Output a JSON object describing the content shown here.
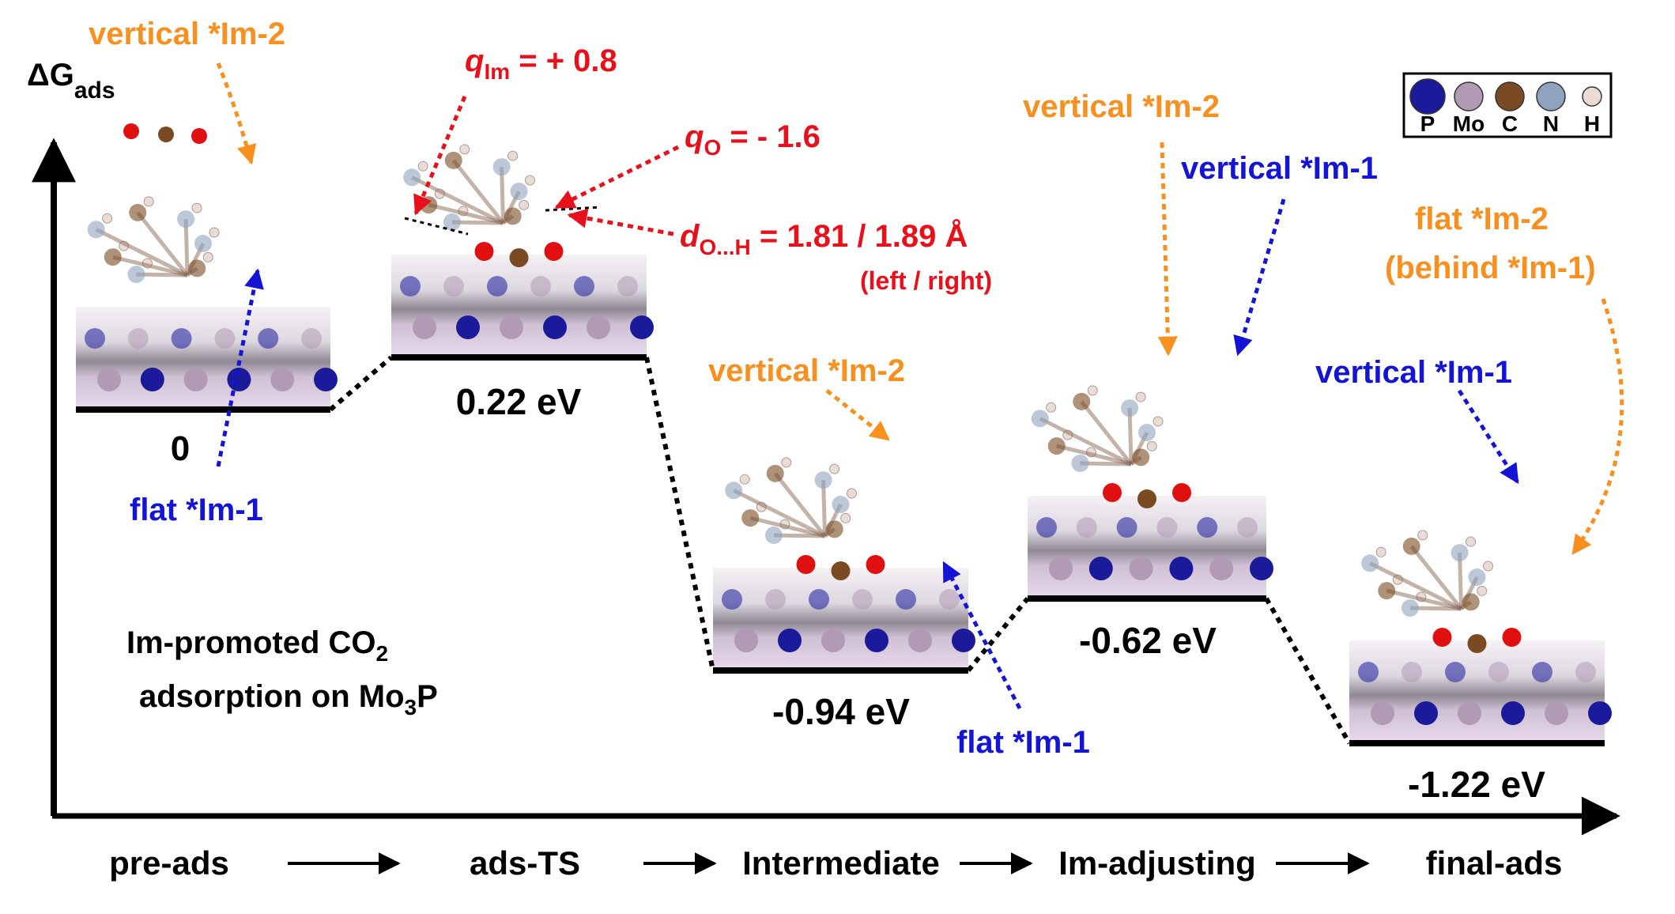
{
  "colors": {
    "black": "#000000",
    "red": "#e8101a",
    "orange": "#f7901e",
    "blue": "#1414d6",
    "atom_P": "#1a1a9a",
    "atom_Mo": "#b09ab4",
    "atom_C": "#7a4a22",
    "atom_N": "#8fa3be",
    "atom_H": "#eadcd4",
    "atom_O": "#e01010"
  },
  "axis": {
    "y_main": "ΔG",
    "y_sub": "ads"
  },
  "legend": [
    {
      "symbol": "P",
      "color_key": "atom_P"
    },
    {
      "symbol": "Mo",
      "color_key": "atom_Mo"
    },
    {
      "symbol": "C",
      "color_key": "atom_C"
    },
    {
      "symbol": "N",
      "color_key": "atom_N"
    },
    {
      "symbol": "H",
      "color_key": "atom_H"
    }
  ],
  "title": {
    "line1_main": "Im-promoted CO",
    "line1_sub": "2",
    "line2_main": "adsorption on Mo",
    "line2_sub": "3",
    "line2_end": "P"
  },
  "states": [
    {
      "id": "pre-ads",
      "energy": 0,
      "label": "0",
      "step": "pre-ads"
    },
    {
      "id": "ads-TS",
      "energy": 0.22,
      "label": "0.22 eV",
      "step": "ads-TS"
    },
    {
      "id": "intermediate",
      "energy": -0.94,
      "label": "-0.94 eV",
      "step": "Intermediate"
    },
    {
      "id": "im-adjusting",
      "energy": -0.62,
      "label": "-0.62 eV",
      "step": "Im-adjusting"
    },
    {
      "id": "final-ads",
      "energy": -1.22,
      "label": "-1.22 eV",
      "step": "final-ads"
    }
  ],
  "annotations": {
    "s1_vertical_im2": "vertical *Im-2",
    "s1_flat_im1": "flat *Im-1",
    "q_im_main": "q",
    "q_im_sub": "Im",
    "q_im_value": " = + 0.8",
    "q_o_main": "q",
    "q_o_sub": "O",
    "q_o_value": " = - 1.6",
    "d_oh_main": "d",
    "d_oh_sub": "O...H",
    "d_oh_value": " = 1.81 / 1.89 Å",
    "d_oh_note": "(left / right)",
    "s3_vertical_im2": "vertical *Im-2",
    "s3_flat_im1": "flat *Im-1",
    "s4_vertical_im2": "vertical *Im-2",
    "s4_vertical_im1": "vertical *Im-1",
    "s5_flat_im2_line1": "flat *Im-2",
    "s5_flat_im2_line2": "(behind *Im-1)",
    "s5_vertical_im1": "vertical *Im-1"
  }
}
